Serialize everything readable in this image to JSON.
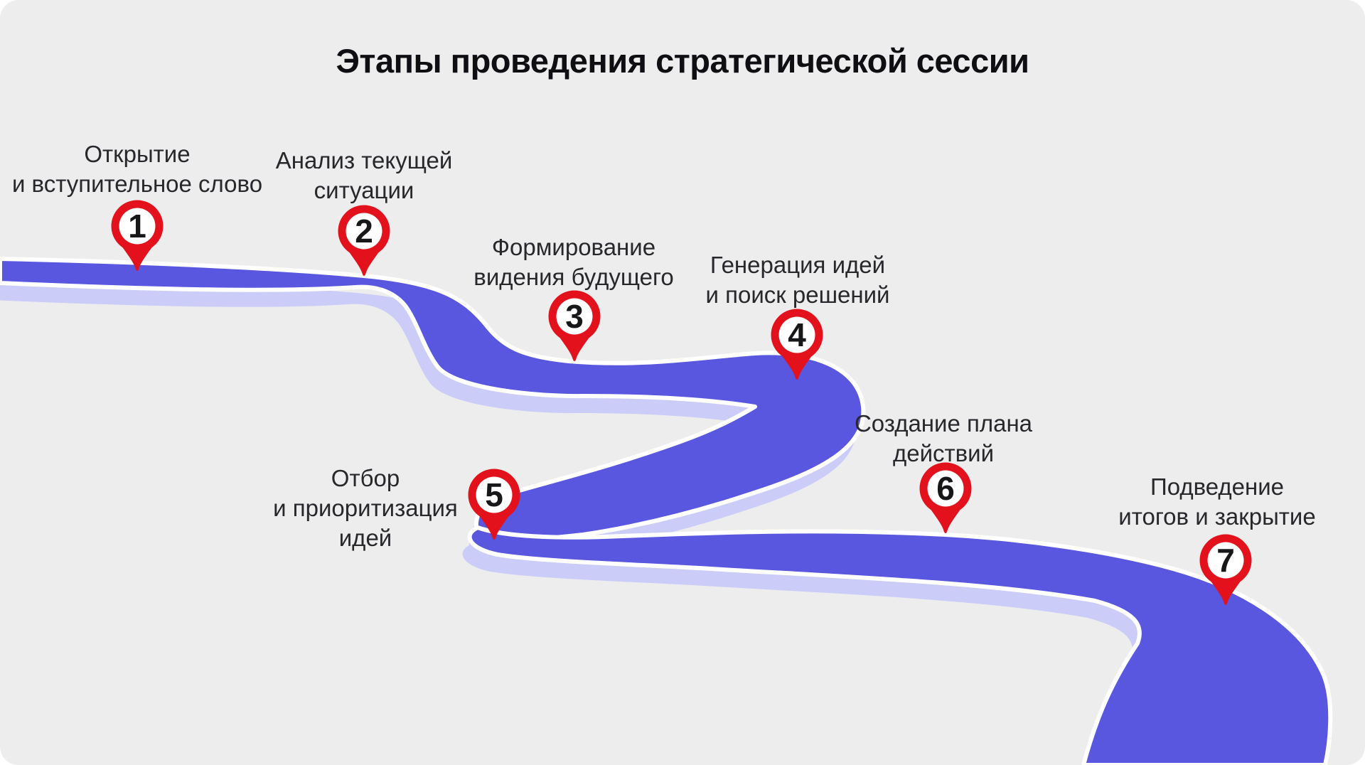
{
  "title": "Этапы проведения стратегической сессии",
  "colors": {
    "background": "#EDEDEE",
    "road": "#5956E0",
    "road_side": "#CBCCF8",
    "road_outline": "#FFFFFF",
    "pin": "#E3111C",
    "pin_inner": "#FFFFFF",
    "number_color": "#17171a"
  },
  "stages": [
    {
      "number": "1",
      "label": "Открытие\nи вступительное слово"
    },
    {
      "number": "2",
      "label": "Анализ текущей\nситуации"
    },
    {
      "number": "3",
      "label": "Формирование\nвидения будущего"
    },
    {
      "number": "4",
      "label": "Генерация идей\nи поиск решений"
    },
    {
      "number": "5",
      "label": "Отбор\nи приоритизация\nидей"
    },
    {
      "number": "6",
      "label": "Создание плана\nдействий"
    },
    {
      "number": "7",
      "label": "Подведение\nитогов и закрытие"
    }
  ]
}
